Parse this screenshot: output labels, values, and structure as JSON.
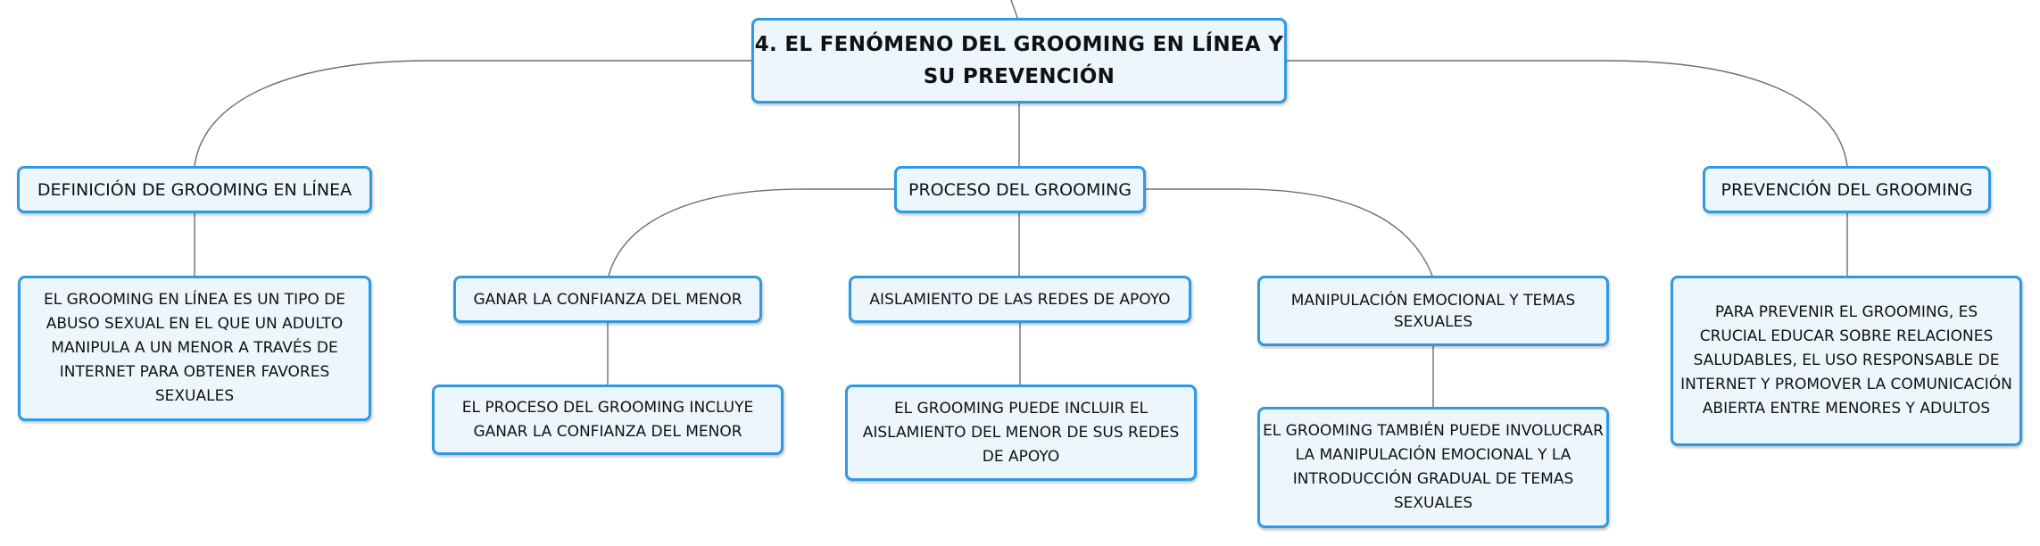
{
  "root": {
    "title": "4. EL FENÓMENO DEL GROOMING EN LÍNEA Y SU PREVENCIÓN"
  },
  "branches": {
    "definition": {
      "label": "DEFINICIÓN DE GROOMING EN LÍNEA",
      "detail": "EL GROOMING EN LÍNEA ES UN TIPO DE ABUSO SEXUAL EN EL QUE UN ADULTO MANIPULA A UN MENOR A TRAVÉS DE INTERNET PARA OBTENER FAVORES SEXUALES"
    },
    "process": {
      "label": "PROCESO DEL GROOMING",
      "steps": [
        {
          "label": "GANAR LA CONFIANZA DEL MENOR",
          "detail": "EL PROCESO DEL GROOMING INCLUYE GANAR LA CONFIANZA DEL MENOR"
        },
        {
          "label": "AISLAMIENTO DE LAS REDES DE APOYO",
          "detail": "EL GROOMING PUEDE INCLUIR EL AISLAMIENTO DEL MENOR DE SUS REDES DE APOYO"
        },
        {
          "label": "MANIPULACIÓN EMOCIONAL Y TEMAS SEXUALES",
          "detail": "EL GROOMING TAMBIÉN PUEDE INVOLUCRAR LA MANIPULACIÓN EMOCIONAL Y LA INTRODUCCIÓN GRADUAL DE TEMAS SEXUALES"
        }
      ]
    },
    "prevention": {
      "label": "PREVENCIÓN DEL GROOMING",
      "detail": "PARA PREVENIR EL GROOMING, ES CRUCIAL EDUCAR SOBRE RELACIONES SALUDABLES, EL USO RESPONSABLE DE INTERNET Y PROMOVER LA COMUNICACIÓN ABIERTA ENTRE MENORES Y ADULTOS"
    }
  },
  "colors": {
    "node_border": "#2e9ae2",
    "node_fill": "#eef6fd",
    "connector": "#6e6e6e",
    "text": "#111111"
  }
}
